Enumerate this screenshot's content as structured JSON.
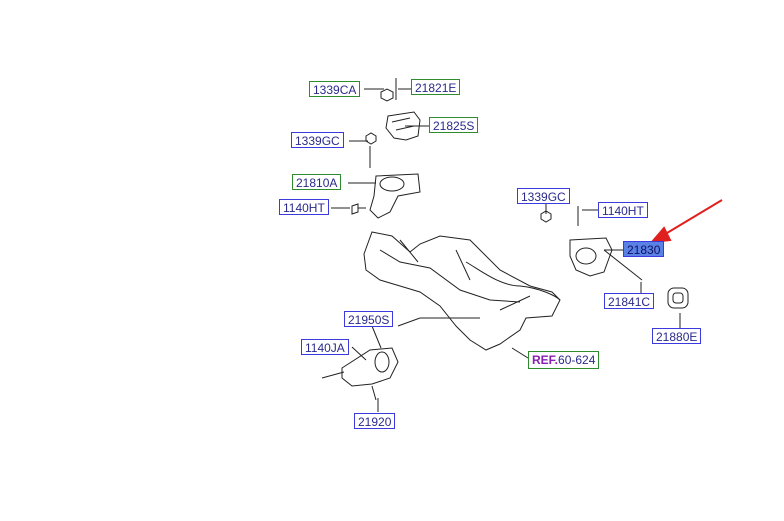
{
  "labels": {
    "p1339ca": "1339CA",
    "p21821e": "21821E",
    "p21825s": "21825S",
    "p1339gc_left": "1339GC",
    "p21810a": "21810A",
    "p1140ht_left": "1140HT",
    "p1339gc_right": "1339GC",
    "p1140ht_right": "1140HT",
    "p21830": "21830",
    "p21841c": "21841C",
    "p21880e": "21880E",
    "p21950s": "21950S",
    "p1140ja": "1140JA",
    "p21920": "21920"
  },
  "ref": {
    "prefix": "REF.",
    "number": "60-624"
  },
  "colors": {
    "label_border_blue": "#3a3adf",
    "label_border_green": "#2e8b2e",
    "highlight": "#5a82e6",
    "arrow": "#e0201e",
    "ref_prefix": "#8a1fb0"
  }
}
